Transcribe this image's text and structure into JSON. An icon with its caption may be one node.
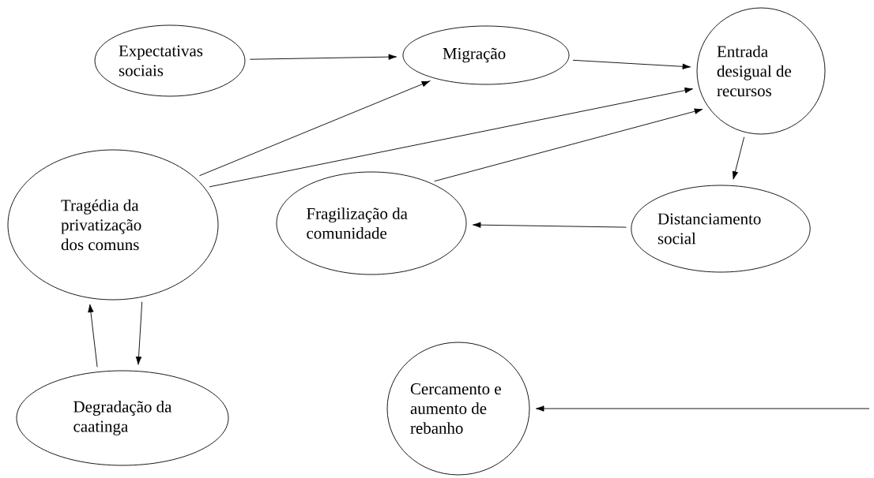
{
  "diagram": {
    "nodes": [
      {
        "text": [
          "Expectativas sociais"
        ]
      },
      {
        "text": [
          "Migração"
        ]
      },
      {
        "text": [
          "Entrada desigual de recursos"
        ]
      },
      {
        "text": [
          "Tragédia da privatização dos comuns"
        ]
      },
      {
        "text": [
          "Fragilização da comunidade"
        ]
      },
      {
        "text": [
          "Distanciamento social"
        ]
      },
      {
        "text": [
          "Degradação da caatinga"
        ]
      },
      {
        "text": [
          "Cercamento e aumento de rebanho"
        ]
      }
    ],
    "edges": [
      {
        "from": 0,
        "to": 1,
        "arrow": "to"
      },
      {
        "from": 1,
        "to": 2,
        "arrow": "to"
      },
      {
        "from": 3,
        "to": 1,
        "arrow": "to"
      },
      {
        "from": 3,
        "to": 2,
        "arrow": "to"
      },
      {
        "from": 2,
        "to": 5,
        "arrow": "to"
      },
      {
        "from": 5,
        "to": 4,
        "arrow": "to"
      },
      {
        "from": 4,
        "to": 2,
        "arrow": "to"
      },
      {
        "from": 3,
        "to": 6,
        "arrow": "to"
      },
      {
        "from": 6,
        "to": 3,
        "arrow": "to"
      },
      {
        "from": null,
        "to": 7,
        "arrow": "to"
      }
    ]
  }
}
